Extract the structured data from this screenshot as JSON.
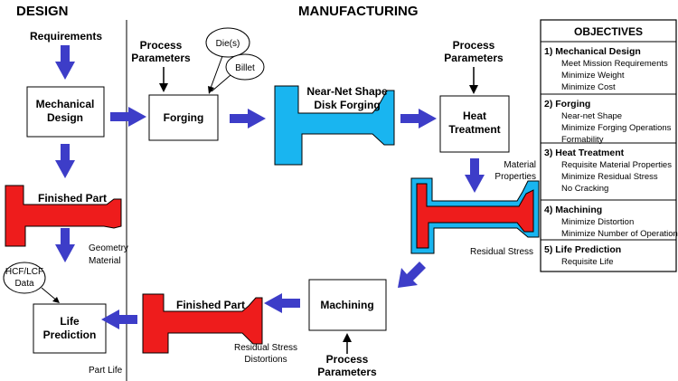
{
  "headers": {
    "design": "DESIGN",
    "manufacturing": "MANUFACTURING"
  },
  "design": {
    "requirements": "Requirements",
    "mechanical_design": [
      "Mechanical",
      "Design"
    ],
    "finished_part": "Finished Part",
    "geometry_material": [
      "Geometry",
      "Material"
    ],
    "hcf_lcf": [
      "HCF/LCF",
      "Data"
    ],
    "life_prediction": [
      "Life",
      "Prediction"
    ],
    "part_life": "Part Life"
  },
  "manufacturing": {
    "process_parameters_1": [
      "Process",
      "Parameters"
    ],
    "dies": "Die(s)",
    "billet": "Billet",
    "forging": "Forging",
    "near_net": [
      "Near-Net Shape",
      "Disk Forging"
    ],
    "process_parameters_2": [
      "Process",
      "Parameters"
    ],
    "heat_treatment": [
      "Heat",
      "Treatment"
    ],
    "material_properties": [
      "Material",
      "Properties"
    ],
    "residual_stress": "Residual Stress",
    "machining": "Machining",
    "process_parameters_3": [
      "Process",
      "Parameters"
    ],
    "finished_part": "Finished Part",
    "residual_distortions": [
      "Residual Stress",
      "Distortions"
    ]
  },
  "objectives": {
    "title": "OBJECTIVES",
    "sections": [
      {
        "heading": "1) Mechanical Design",
        "items": [
          "Meet Mission Requirements",
          "Minimize Weight",
          "Minimize Cost"
        ]
      },
      {
        "heading": "2) Forging",
        "items": [
          "Near-net Shape",
          "Minimize Forging Operations",
          "Formability"
        ]
      },
      {
        "heading": "3) Heat Treatment",
        "items": [
          "Requisite Material Properties",
          "Minimize Residual Stress",
          "No Cracking"
        ]
      },
      {
        "heading": "4) Machining",
        "items": [
          "Minimize Distortion",
          "Minimize Number of Operations"
        ]
      },
      {
        "heading": "5) Life Prediction",
        "items": [
          "Requisite Life"
        ]
      }
    ]
  },
  "colors": {
    "arrow": "#3d3dc8",
    "forging_blue": "#19b5f0",
    "part_red": "#ee1c1c"
  }
}
